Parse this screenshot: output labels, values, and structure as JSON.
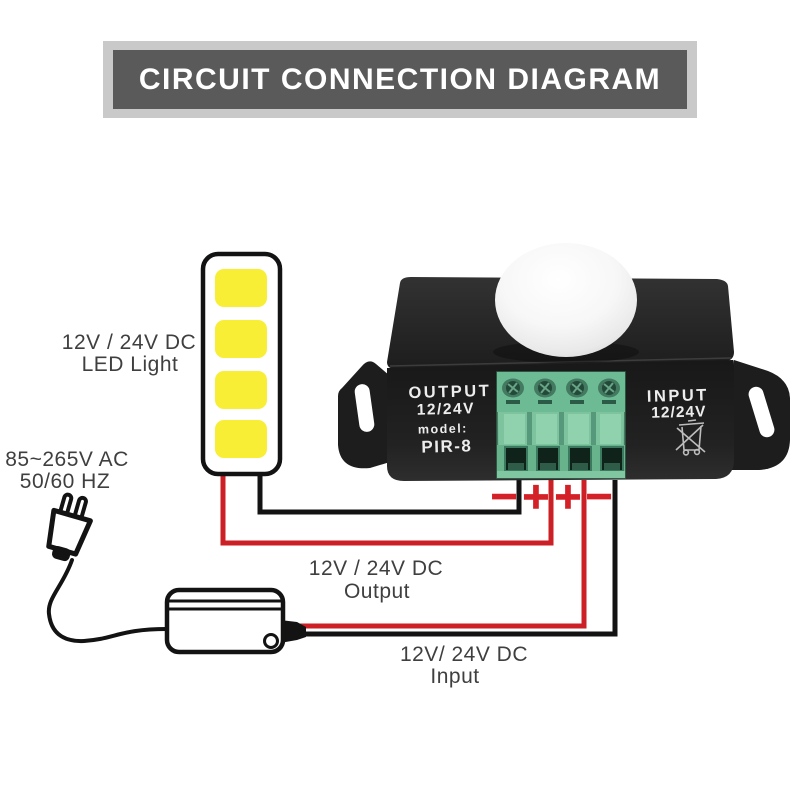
{
  "title": "CIRCUIT CONNECTION DIAGRAM",
  "labels": {
    "led_light": {
      "line1": "12V / 24V DC",
      "line2": "LED Light"
    },
    "ac_supply": {
      "line1": "85~265V AC",
      "line2": "50/60 HZ"
    },
    "dc_output": {
      "line1": "12V / 24V DC",
      "line2": "Output"
    },
    "dc_input": {
      "line1": "12V/ 24V DC",
      "line2": "Input"
    }
  },
  "device": {
    "output_label": "OUTPUT",
    "output_voltage": "12/24V",
    "model_label": "model:",
    "model_value": "PIR-8",
    "input_label": "INPUT",
    "input_voltage": "12/24V"
  },
  "terminals": {
    "t1": "−",
    "t2": "+",
    "t3": "+",
    "t4": "−"
  },
  "colors": {
    "wire_red": "#cc1f26",
    "wire_black": "#131313",
    "led_yellow": "#f8ee35",
    "terminal_green_light": "#8fd0ac",
    "terminal_green_dark": "#5fae88",
    "polarity_red": "#d42127",
    "banner_dark_gray": "#5a5a5a",
    "banner_light_gray": "#c9c9c9",
    "label_gray": "#3f3f3f"
  }
}
